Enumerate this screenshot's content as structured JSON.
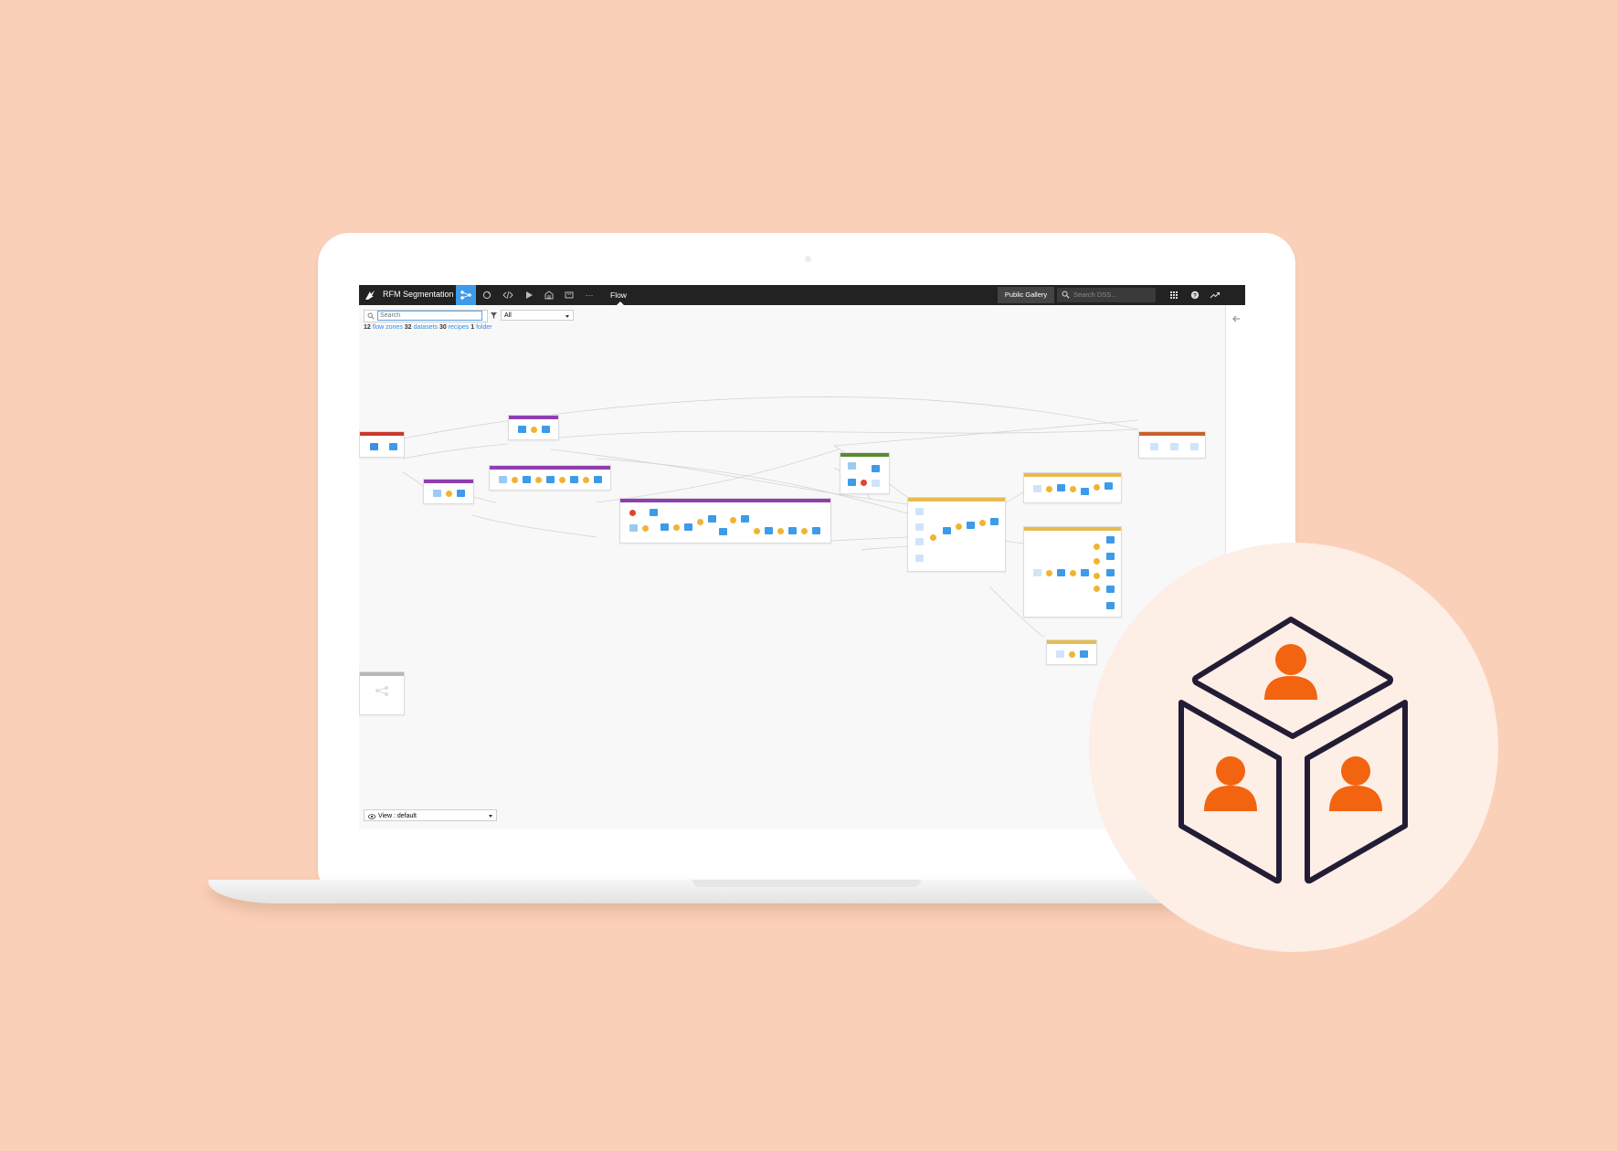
{
  "navbar": {
    "project_name": "RFM Segmentation",
    "active_section": "Flow",
    "gallery_label": "Public Gallery",
    "search_placeholder": "Search DSS...",
    "more_label": "···"
  },
  "flow_toolbar": {
    "search_placeholder": "Search",
    "filter_value": "All"
  },
  "counts": {
    "zones_num": "12",
    "zones_label": "flow zones",
    "datasets_num": "32",
    "datasets_label": "datasets",
    "recipes_num": "30",
    "recipes_label": "recipes",
    "folders_num": "1",
    "folders_label": "folder"
  },
  "view_selector": {
    "label": "View : default"
  },
  "colors": {
    "background": "#fbd0b8",
    "navbar": "#222222",
    "accent_blue": "#3d9be9",
    "dataset_blue": "#3d9be9",
    "recipe_orange": "#f0b432",
    "zone_red": "#c9392b",
    "zone_purple": "#8e3fae",
    "zone_green": "#5a8a2e",
    "zone_yellow": "#e8bb4e",
    "zone_orange": "#c8622a",
    "zone_gray": "#b8b8b8",
    "badge_bg": "#fdeee6",
    "cube_stroke": "#231c35",
    "person_orange": "#f26410"
  },
  "icons": {
    "logo": "dataiku-bird-icon",
    "flow": "flow-icon",
    "cube": "cube-users-icon"
  }
}
